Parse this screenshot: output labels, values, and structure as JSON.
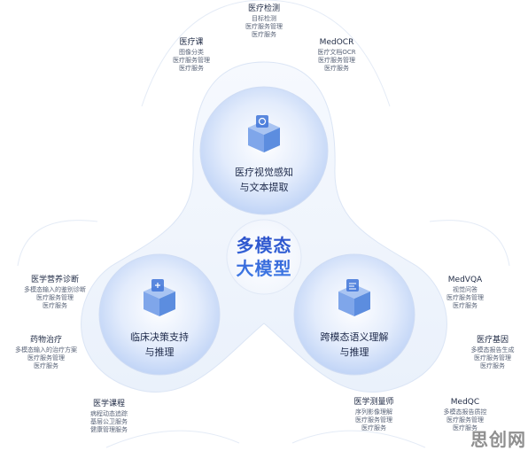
{
  "center_title": [
    "多模态",
    "大模型"
  ],
  "hubs": [
    {
      "id": "top",
      "lines": [
        "医疗视觉感知",
        "与文本提取"
      ]
    },
    {
      "id": "left",
      "lines": [
        "临床决策支持",
        "与推理"
      ]
    },
    {
      "id": "right",
      "lines": [
        "跨模态语义理解",
        "与推理"
      ]
    }
  ],
  "satellites": [
    {
      "title": "医疗检测",
      "subs": [
        "目标检测",
        "医疗服务管理",
        "医疗服务"
      ]
    },
    {
      "title": "医疗课",
      "subs": [
        "图像分类",
        "医疗服务管理",
        "医疗服务"
      ]
    },
    {
      "title": "MedOCR",
      "subs": [
        "医疗文档OCR",
        "医疗服务管理",
        "医疗服务"
      ]
    },
    {
      "title": "医学营养诊断",
      "subs": [
        "多模态输入的鉴别诊断",
        "医疗服务管理",
        "医疗服务"
      ]
    },
    {
      "title": "药物治疗",
      "subs": [
        "多模态输入的治疗方案",
        "医疗服务管理",
        "医疗服务"
      ]
    },
    {
      "title": "医学课程",
      "subs": [
        "病程动态追踪",
        "基层公卫服务",
        "健康管理服务"
      ]
    },
    {
      "title": "MedVQA",
      "subs": [
        "视觉问答",
        "医疗服务管理",
        "医疗服务"
      ]
    },
    {
      "title": "医疗基因",
      "subs": [
        "多模态报告生成",
        "医疗服务管理",
        "医疗服务"
      ]
    },
    {
      "title": "医学测量师",
      "subs": [
        "序列影像理解",
        "医疗服务管理",
        "医疗服务"
      ]
    },
    {
      "title": "MedQC",
      "subs": [
        "多模态报告质控",
        "医疗服务管理",
        "医疗服务"
      ]
    }
  ],
  "watermark": "思创网",
  "colors": {
    "accent": "#2f62d9",
    "hub_fill": "#d9e6fb",
    "petal": "#eef3fb"
  },
  "icons": [
    "stacked-cube-icon",
    "stacked-cube-icon",
    "stacked-cube-icon"
  ]
}
